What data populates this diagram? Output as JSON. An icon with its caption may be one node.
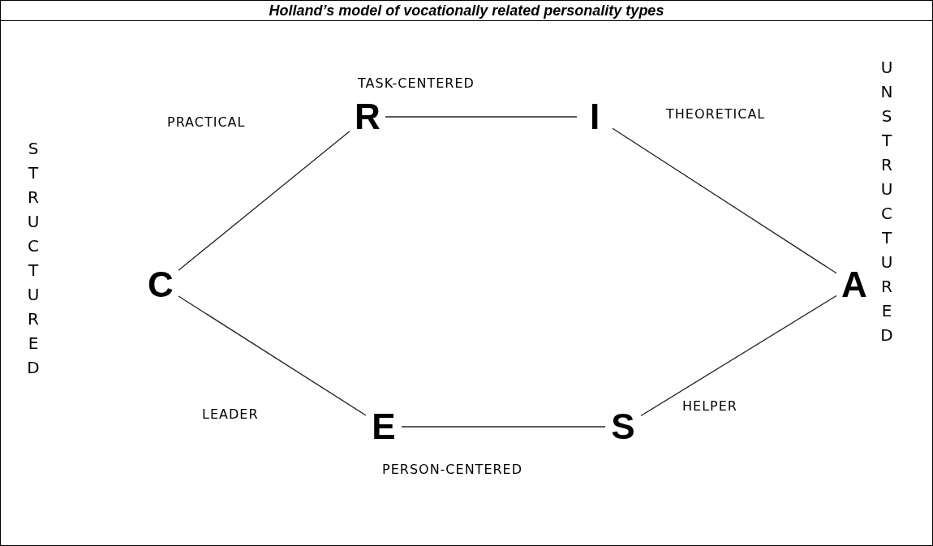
{
  "diagram": {
    "title": "Holland’s model of vocationally related personality types",
    "nodes": [
      {
        "text": [
          "R"
        ]
      },
      {
        "text": [
          "I"
        ]
      },
      {
        "text": [
          "C"
        ]
      },
      {
        "text": [
          "A"
        ]
      },
      {
        "text": [
          "E"
        ]
      },
      {
        "text": [
          "S"
        ]
      }
    ],
    "edges": [
      {
        "from": 0,
        "to": 1,
        "arrow": "none"
      },
      {
        "from": 1,
        "to": 3,
        "arrow": "none"
      },
      {
        "from": 3,
        "to": 5,
        "arrow": "none"
      },
      {
        "from": 5,
        "to": 4,
        "arrow": "none"
      },
      {
        "from": 4,
        "to": 2,
        "arrow": "none"
      },
      {
        "from": 2,
        "to": 0,
        "arrow": "none"
      }
    ],
    "labels": [
      "TASK-CENTERED",
      "PRACTICAL",
      "THEORETICAL",
      "UNSTRUCTURED",
      "STRUCTURED",
      "LEADER",
      "HELPER",
      "PERSON-CENTERED"
    ]
  }
}
